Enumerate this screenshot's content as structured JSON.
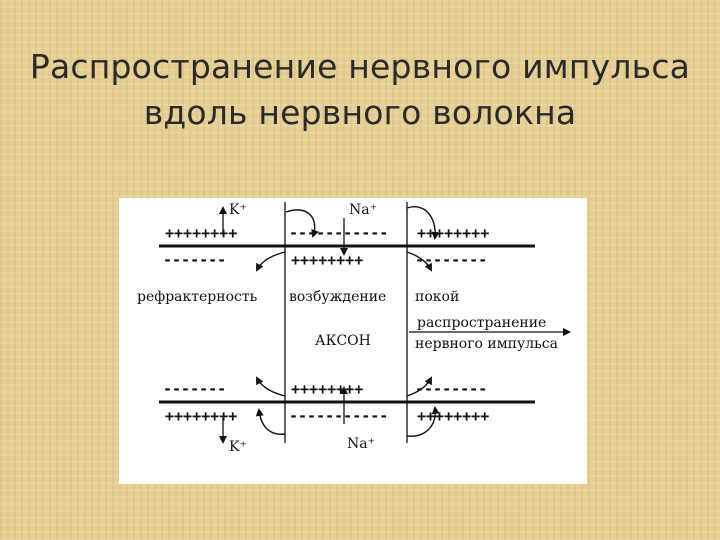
{
  "slide": {
    "title_line1": "Распространение нервного импульса",
    "title_line2": "вдоль нервного волокна"
  },
  "diagram": {
    "ions": {
      "k_top": "K⁺",
      "na_top": "Na⁺",
      "k_bottom": "K⁺",
      "na_bottom": "Na⁺"
    },
    "top_membrane": {
      "outer_left": "++++++++",
      "outer_mid": "-----------",
      "outer_right": "++++++++",
      "inner_left": "-------",
      "inner_mid": "++++++++",
      "inner_right": "--------"
    },
    "bottom_membrane": {
      "inner_left": "-------",
      "inner_mid": "++++++++",
      "inner_right": "--------",
      "outer_left": "++++++++",
      "outer_mid": "-----------",
      "outer_right": "++++++++"
    },
    "labels": {
      "refractory": "рефрактерность",
      "excitation": "возбуждение",
      "rest": "покой",
      "axon": "АКСОН",
      "propagation_line1": "распространение",
      "propagation_line2": "нервного импульса"
    }
  },
  "colors": {
    "background": "#e6cf92",
    "title": "#2a2a2a",
    "panel": "#ffffff",
    "ink": "#111111"
  }
}
